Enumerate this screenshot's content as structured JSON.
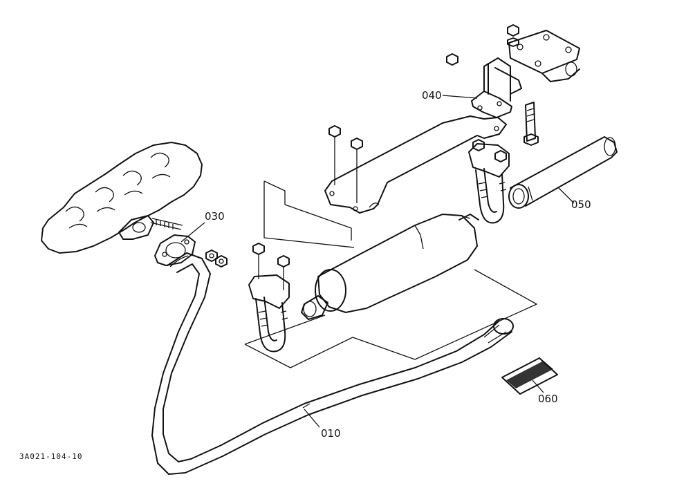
{
  "diagram": {
    "drawing_code": "3A021-104-10",
    "parts": [
      {
        "key": "p010",
        "label": "010",
        "name": "exhaust-pipe"
      },
      {
        "key": "p030",
        "label": "030",
        "name": "gasket"
      },
      {
        "key": "p040",
        "label": "040",
        "name": "muffler-bracket"
      },
      {
        "key": "p050",
        "label": "050",
        "name": "tail-pipe"
      },
      {
        "key": "p060",
        "label": "060",
        "name": "caution-label"
      }
    ]
  }
}
